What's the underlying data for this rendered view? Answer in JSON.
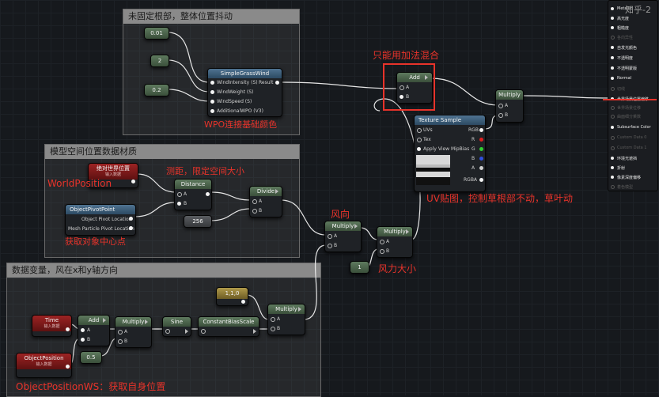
{
  "watermark": "知乎-2",
  "comments": {
    "wind": "未固定根部，整体位置抖动",
    "model_space": "模型空间位置数据材质",
    "data_transform": "数据变量，风在x和y轴方向"
  },
  "annotations": {
    "add_only": "只能用加法混合",
    "wpo": "WPO连接基础颜色",
    "limit": "测距，限定空间大小",
    "world_position": "WorldPosition",
    "pivot_center": "获取对象中心点",
    "uv_map": "UV贴图，控制草根部不动，草叶动",
    "wind_dir": "风向",
    "wind_force": "风力大小",
    "object_position_ws": "ObjectPositionWS：获取自身位置"
  },
  "nodes": {
    "c001": {
      "value": "0.01"
    },
    "c2": {
      "value": "2"
    },
    "c02": {
      "value": "0.2"
    },
    "grass_wind": {
      "title": "SimpleGrassWind",
      "pins": [
        "WindIntensity (S)",
        "WindWeight (S)",
        "WindSpeed (S)",
        "AdditionalWPO (V3)"
      ],
      "output": "Result"
    },
    "add_top": {
      "title": "Add",
      "pins": [
        "A",
        "B"
      ]
    },
    "multiply_top": {
      "title": "Multiply",
      "pins": [
        "A",
        "B"
      ]
    },
    "texture_sample": {
      "title": "Texture Sample",
      "inputs": [
        "UVs",
        "Tex",
        "Apply View MipBias"
      ],
      "outputs": [
        "RGB",
        "R",
        "G",
        "B",
        "A",
        "RGBA"
      ]
    },
    "abs_world_pos": {
      "title": "绝对世界位置",
      "subtitle": "输入数据"
    },
    "object_pivot": {
      "title": "ObjectPivotPoint",
      "pins": [
        "Object Pivot Location",
        "Mesh Particle Pivot Location"
      ]
    },
    "distance": {
      "title": "Distance",
      "pins": [
        "A",
        "B"
      ]
    },
    "c256": {
      "value": "256"
    },
    "divide": {
      "title": "Divide",
      "pins": [
        "A",
        "B"
      ]
    },
    "multiply_mid": {
      "title": "Multiply",
      "pins": [
        "A",
        "B"
      ]
    },
    "multiply_right": {
      "title": "Multiply",
      "pins": [
        "A",
        "B"
      ]
    },
    "c1": {
      "value": "1"
    },
    "time": {
      "title": "Time",
      "subtitle": "输入数据"
    },
    "object_position": {
      "title": "ObjectPosition",
      "subtitle": "输入数据"
    },
    "add_bottom": {
      "title": "Add",
      "pins": [
        "A",
        "B"
      ]
    },
    "c05": {
      "value": "0.5"
    },
    "multiply_bottom": {
      "title": "Multiply",
      "pins": [
        "A",
        "B"
      ]
    },
    "sine": {
      "title": "Sine"
    },
    "constant_bias_scale": {
      "title": "ConstantBiasScale"
    },
    "vec110": {
      "value": "1,1,0"
    },
    "multiply_final": {
      "title": "Multiply",
      "pins": [
        "A",
        "B"
      ]
    }
  },
  "material_pins": {
    "items": [
      {
        "label": "Metallic",
        "active": true
      },
      {
        "label": "高光度",
        "active": true
      },
      {
        "label": "粗糙度",
        "active": true
      },
      {
        "label": "各向异性",
        "active": false
      },
      {
        "label": "自发光颜色",
        "active": true
      },
      {
        "label": "不透明度",
        "active": true
      },
      {
        "label": "不透明蒙版",
        "active": true
      },
      {
        "label": "Normal",
        "active": true
      },
      {
        "label": "切线",
        "active": false
      },
      {
        "label": "世界场景位置偏移",
        "active": true
      },
      {
        "label": "世界场景位移",
        "active": false
      },
      {
        "label": "曲面细分乘数",
        "active": false
      },
      {
        "label": "Subsurface Color",
        "active": true
      },
      {
        "label": "Custom Data 0",
        "active": false
      },
      {
        "label": "Custom Data 1",
        "active": false
      },
      {
        "label": "环境光遮挡",
        "active": true
      },
      {
        "label": "折射",
        "active": true
      },
      {
        "label": "像素深度偏移",
        "active": true
      },
      {
        "label": "着色模型",
        "active": false
      }
    ]
  }
}
